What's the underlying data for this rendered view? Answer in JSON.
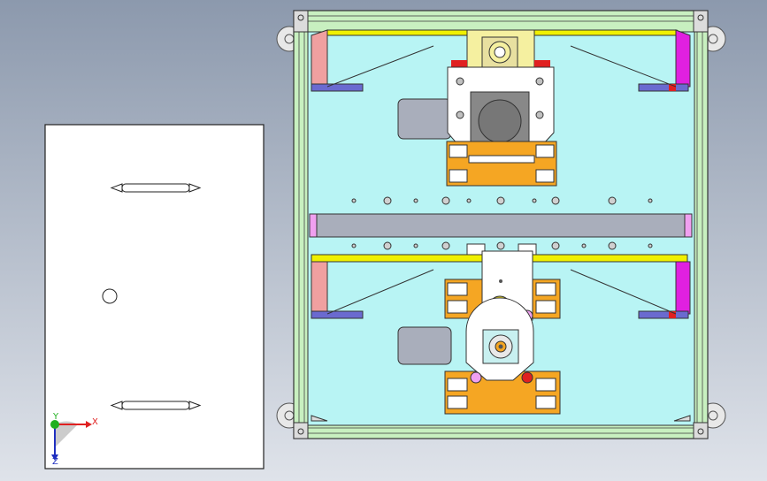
{
  "viewport": {
    "background_top": "#8c99ad",
    "background_bottom": "#dfe3ea"
  },
  "triad": {
    "x_label": "X",
    "y_label": "Y",
    "z_label": "Z",
    "x_color": "#e02020",
    "y_color": "#20b020",
    "z_color": "#2030c0"
  },
  "colors": {
    "frame_profile": "#c8f0c0",
    "base_plate": "#b8f4f4",
    "rail_yellow": "#f0f000",
    "block_orange": "#f5a623",
    "slot_gray": "#a9aebb",
    "magenta_pad": "#e020e0",
    "pink_pad": "#f0a0a0",
    "blue_bar": "#6a6ad0",
    "part_white": "#ffffff",
    "accent_red": "#e02020",
    "bearing_yellow": "#f0e020"
  }
}
